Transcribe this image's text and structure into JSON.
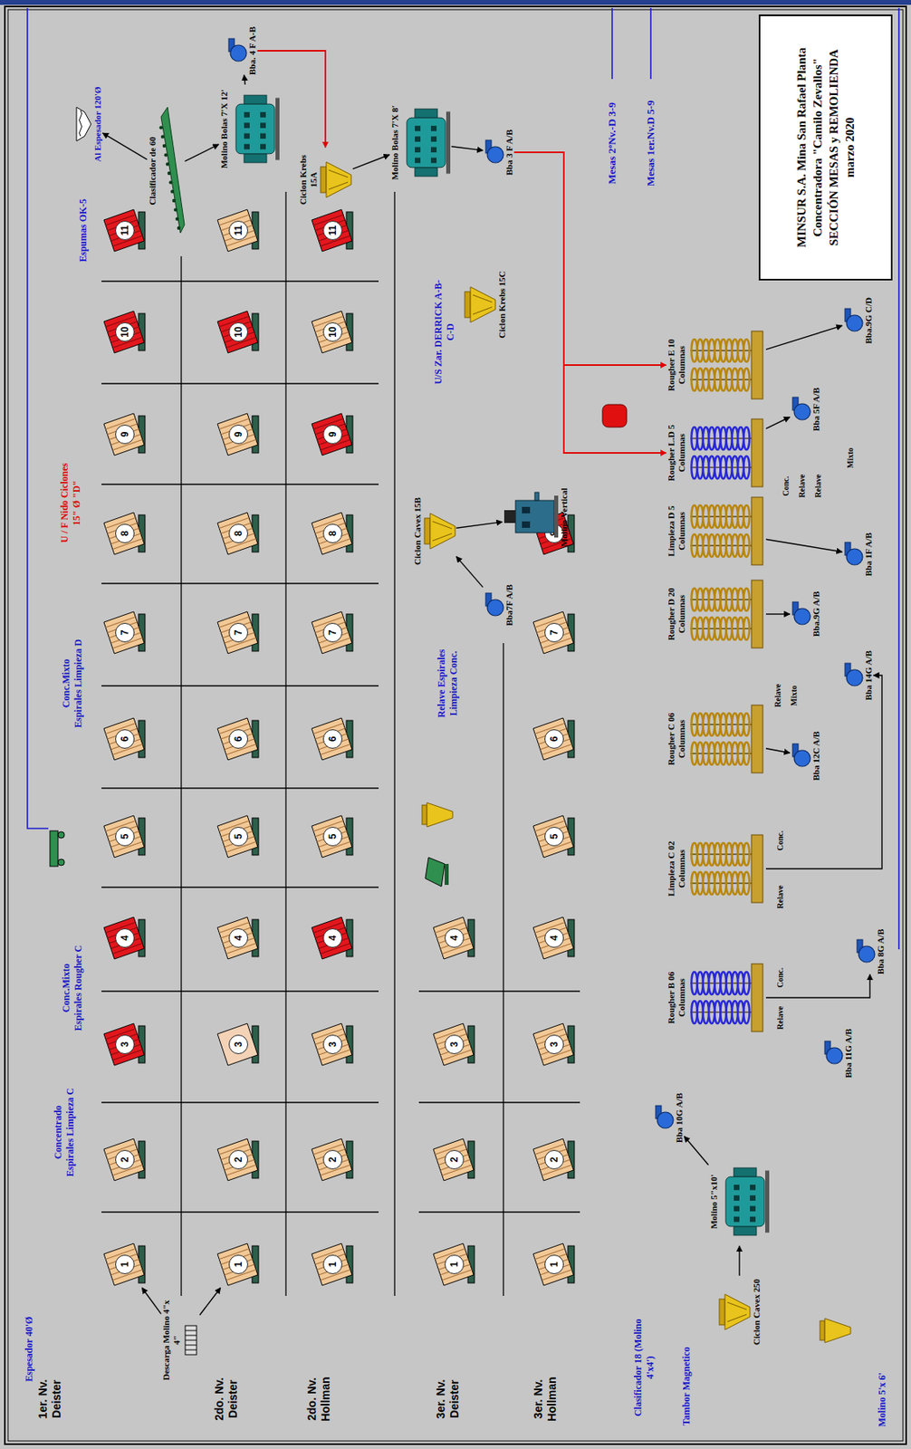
{
  "diagram": {
    "title": "MINSUR S.A. Mina San Rafael Planta Concentradora \"Camilo Zevallos\" SECCIÓN MESAS y REMOLIENDA marzo 2020",
    "nodes": [
      {
        "text": [
          "1"
        ]
      },
      {
        "text": [
          "2"
        ]
      },
      {
        "text": [
          "3"
        ]
      },
      {
        "text": [
          "4"
        ]
      },
      {
        "text": [
          "5"
        ]
      },
      {
        "text": [
          "6"
        ]
      },
      {
        "text": [
          "7"
        ]
      },
      {
        "text": [
          "8"
        ]
      },
      {
        "text": [
          "9"
        ]
      },
      {
        "text": [
          "10"
        ]
      },
      {
        "text": [
          "11"
        ]
      },
      {
        "text": [
          "1"
        ]
      },
      {
        "text": [
          "2"
        ]
      },
      {
        "text": [
          "3"
        ]
      },
      {
        "text": [
          "4"
        ]
      },
      {
        "text": [
          "5"
        ]
      },
      {
        "text": [
          "6"
        ]
      },
      {
        "text": [
          "7"
        ]
      },
      {
        "text": [
          "8"
        ]
      },
      {
        "text": [
          "9"
        ]
      },
      {
        "text": [
          "10"
        ]
      },
      {
        "text": [
          "11"
        ]
      },
      {
        "text": [
          "1"
        ]
      },
      {
        "text": [
          "2"
        ]
      },
      {
        "text": [
          "3"
        ]
      },
      {
        "text": [
          "4"
        ]
      },
      {
        "text": [
          "5"
        ]
      },
      {
        "text": [
          "6"
        ]
      },
      {
        "text": [
          "7"
        ]
      },
      {
        "text": [
          "8"
        ]
      },
      {
        "text": [
          "9"
        ]
      },
      {
        "text": [
          "10"
        ]
      },
      {
        "text": [
          "11"
        ]
      },
      {
        "text": [
          "1"
        ]
      },
      {
        "text": [
          "2"
        ]
      },
      {
        "text": [
          "3"
        ]
      },
      {
        "text": [
          "4"
        ]
      },
      {
        "text": [
          "1"
        ]
      },
      {
        "text": [
          "2"
        ]
      },
      {
        "text": [
          "3"
        ]
      },
      {
        "text": [
          "4"
        ]
      },
      {
        "text": [
          "5"
        ]
      },
      {
        "text": [
          "6"
        ]
      },
      {
        "text": [
          "7"
        ]
      },
      {
        "text": [
          "8"
        ]
      },
      {
        "text": [
          "Descarga Molino 4\"x 4\""
        ]
      },
      {
        "text": [
          "Al Espesador 120'Ø"
        ]
      },
      {
        "text": [
          "Clasificador de 60"
        ]
      },
      {
        "text": [
          "Molino Bolas 7'X 12'"
        ]
      },
      {
        "text": [
          "Bba. 4 F A-B"
        ]
      },
      {
        "text": [
          "Ciclon Krebs 15A"
        ]
      },
      {
        "text": [
          "Molino Bolas 7'X 8'"
        ]
      },
      {
        "text": [
          "Bba 3 F A/B"
        ]
      },
      {
        "text": [
          "Ciclon Krebs 15C"
        ]
      },
      {
        "text": [
          "Ciclon Cavex 15B"
        ]
      },
      {
        "text": [
          "Molino Vertical"
        ]
      },
      {
        "text": [
          "Bba7F A/B"
        ]
      },
      {
        "text": [
          "Rougher E 10 Columnas"
        ]
      },
      {
        "text": [
          "Rougher L.D 5 Columnas"
        ]
      },
      {
        "text": [
          "Limpieza D 5 Columnas"
        ]
      },
      {
        "text": [
          "Rougher D 20 Columnas"
        ]
      },
      {
        "text": [
          "Rougher C 06 Columnas"
        ]
      },
      {
        "text": [
          "Limpieza C 02 Columnas"
        ]
      },
      {
        "text": [
          "Rougher B 06 Columnas"
        ]
      },
      {
        "text": [
          "Bba 5F A/B"
        ]
      },
      {
        "text": [
          "Bba.9G C/D"
        ]
      },
      {
        "text": [
          "Bba.9G A/B"
        ]
      },
      {
        "text": [
          "Bba 1F A/B"
        ]
      },
      {
        "text": [
          "Bba 14G A/B"
        ]
      },
      {
        "text": [
          "Bba 12C A/B"
        ]
      },
      {
        "text": [
          "Bba 8G A/B"
        ]
      },
      {
        "text": [
          "Bba 11G A/B"
        ]
      },
      {
        "text": [
          "Bba 10G A/B"
        ]
      },
      {
        "text": [
          "Molino 5\"x10'"
        ]
      },
      {
        "text": [
          "Ciclon Cavex 250"
        ]
      }
    ],
    "edges": [
      {
        "from": 45,
        "to": 0,
        "arrow": "to"
      },
      {
        "from": 45,
        "to": 11,
        "arrow": "to"
      },
      {
        "from": 47,
        "to": 46,
        "arrow": "to"
      },
      {
        "from": 47,
        "to": 48,
        "arrow": "to"
      },
      {
        "from": 48,
        "to": 49,
        "arrow": "to"
      },
      {
        "from": 49,
        "to": 50,
        "arrow": "to"
      },
      {
        "from": 50,
        "to": 51,
        "arrow": "to"
      },
      {
        "from": 51,
        "to": 52,
        "arrow": "to"
      },
      {
        "from": 52,
        "to": 57,
        "arrow": "to"
      },
      {
        "from": 52,
        "to": 58,
        "arrow": "to"
      },
      {
        "from": 56,
        "to": 54,
        "arrow": "to"
      },
      {
        "from": 54,
        "to": 55,
        "arrow": "to"
      },
      {
        "from": 57,
        "to": 65,
        "arrow": "to"
      },
      {
        "from": 58,
        "to": 64,
        "arrow": "to"
      },
      {
        "from": 59,
        "to": 67,
        "arrow": "to"
      },
      {
        "from": 60,
        "to": 66,
        "arrow": "to"
      },
      {
        "from": 61,
        "to": 69,
        "arrow": "to"
      },
      {
        "from": 62,
        "to": 68,
        "arrow": "to"
      },
      {
        "from": 63,
        "to": 70,
        "arrow": "to"
      },
      {
        "from": 74,
        "to": 73,
        "arrow": "to"
      },
      {
        "from": 73,
        "to": 72,
        "arrow": "to"
      }
    ],
    "labels": [
      "Espesador 40'Ø",
      "1er. Nv. Deister",
      "2do. Nv. Deister",
      "2do. Nv. Hollman",
      "3er. Nv. Deister",
      "3er. Nv. Hollman",
      "Concentrado Espirales Limpieza C",
      "Conc.Mixto Espirales Rougher C",
      "Conc.Mixto Espirales Limpieza D",
      "U / F Nido Ciclones 15\" Ø \"D\"",
      "Espumas OK-5",
      "U/S Zar. DERRICK A-B-C-D",
      "Relave Espirales Limpieza Conc.",
      "Mesas 2ºNv.-D 3-9",
      "Mesas 1er.Nv.D 5-9",
      "Clasificador 18 (Molino 4'x4')",
      "Tambor Magnetico",
      "Molino 5'x 6'",
      "Conc.",
      "Relave",
      "Relave",
      "Conc.",
      "Relave",
      "Mixto",
      "Conc.",
      "Relave",
      "Relave",
      "Mixto"
    ]
  }
}
